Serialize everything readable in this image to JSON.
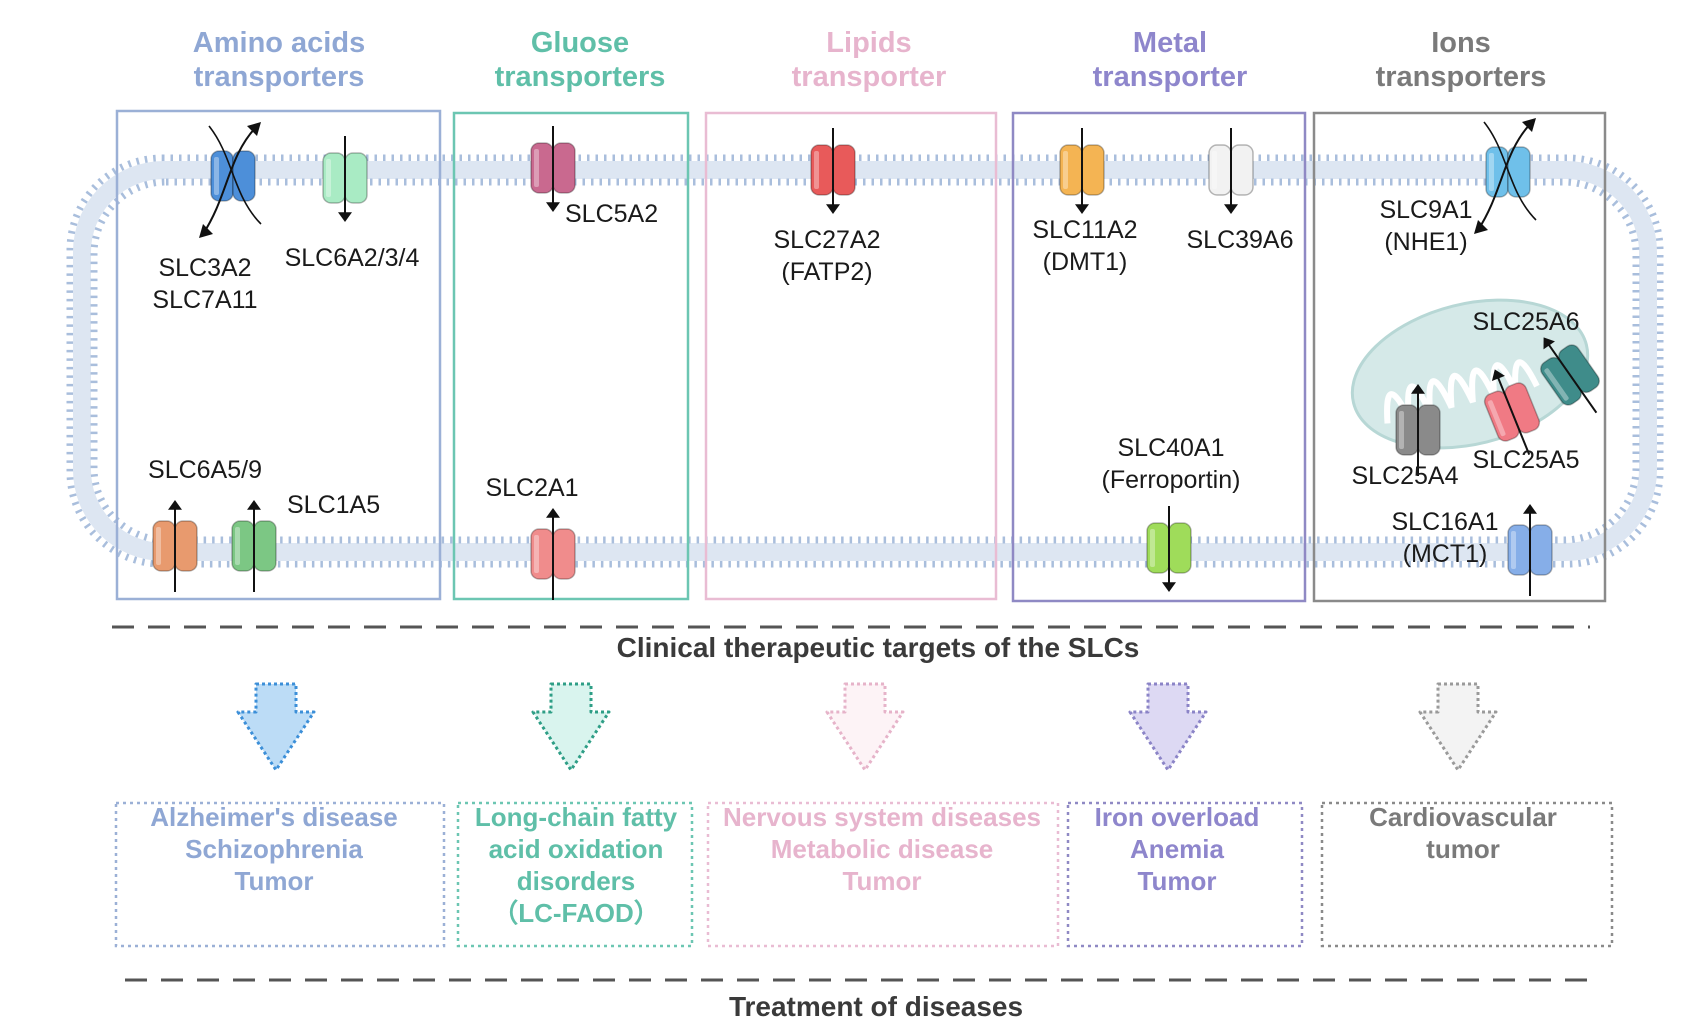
{
  "categories": [
    {
      "title_line1": "Amino acids",
      "title_line2": "transporters",
      "color": "#8fa7d4",
      "box": "#9bb0d6",
      "disease_lines": [
        "Alzheimer's disease",
        "Schizophrenia",
        "Tumor"
      ],
      "arrow_fill": "#bcdcf6",
      "arrow_stroke": "#3c8fd8"
    },
    {
      "title_line1": "Gluose",
      "title_line2": "transporters",
      "color": "#5fbfa8",
      "box": "#6cc6b2",
      "disease_lines": [
        "Long-chain fatty",
        "acid oxidation",
        "disorders",
        "（LC-FAOD）"
      ],
      "arrow_fill": "#d9f4ee",
      "arrow_stroke": "#2e9e86"
    },
    {
      "title_line1": "Lipids",
      "title_line2": "transporter",
      "color": "#e7b4cd",
      "box": "#e9bcd3",
      "disease_lines": [
        "Nervous system diseases",
        "Metabolic disease",
        "Tumor"
      ],
      "arrow_fill": "#fdf3f6",
      "arrow_stroke": "#e6b3c9"
    },
    {
      "title_line1": "Metal",
      "title_line2": "transporter",
      "color": "#8e86cc",
      "box": "#8f89c4",
      "disease_lines": [
        "Iron overload",
        "Anemia",
        "Tumor"
      ],
      "arrow_fill": "#ddd9f3",
      "arrow_stroke": "#8b84c7"
    },
    {
      "title_line1": "Ions",
      "title_line2": "transporters",
      "color": "#7a7a7a",
      "box": "#8a8a8a",
      "disease_lines": [
        "Cardiovascular",
        "tumor"
      ],
      "arrow_fill": "#f3f3f3",
      "arrow_stroke": "#9a9a9a"
    }
  ],
  "transporters": [
    {
      "id": "slc3a2",
      "label_lines": [
        "SLC3A2",
        "SLC7A11"
      ],
      "color": "#4d8fd9"
    },
    {
      "id": "slc6a2",
      "label_lines": [
        "SLC6A2/3/4"
      ],
      "color": "#a9ebc4"
    },
    {
      "id": "slc6a5",
      "label_lines": [
        "SLC6A5/9"
      ],
      "color": "#e89a6e"
    },
    {
      "id": "slc1a5",
      "label_lines": [
        "SLC1A5"
      ],
      "color": "#7cc784"
    },
    {
      "id": "slc5a2",
      "label_lines": [
        "SLC5A2"
      ],
      "color": "#c9698f"
    },
    {
      "id": "slc2a1",
      "label_lines": [
        "SLC2A1"
      ],
      "color": "#f08c8c"
    },
    {
      "id": "slc27a2",
      "label_lines": [
        "SLC27A2",
        "(FATP2)"
      ],
      "color": "#e85a5a"
    },
    {
      "id": "slc11a2",
      "label_lines": [
        "SLC11A2",
        "(DMT1)"
      ],
      "color": "#f4b453"
    },
    {
      "id": "slc39a6",
      "label_lines": [
        "SLC39A6"
      ],
      "color": "#f2f2f2"
    },
    {
      "id": "slc40a1",
      "label_lines": [
        "SLC40A1",
        "(Ferroportin)"
      ],
      "color": "#9fdc5a"
    },
    {
      "id": "slc9a1",
      "label_lines": [
        "SLC9A1",
        "(NHE1)"
      ],
      "color": "#6fc0ea"
    },
    {
      "id": "slc25a6",
      "label_lines": [
        "SLC25A6"
      ],
      "color": "#3f8c8a"
    },
    {
      "id": "slc25a4",
      "label_lines": [
        "SLC25A4"
      ],
      "color": "#8a8a8a"
    },
    {
      "id": "slc25a5",
      "label_lines": [
        "SLC25A5"
      ],
      "color": "#f07a84"
    },
    {
      "id": "slc16a1",
      "label_lines": [
        "SLC16A1",
        "(MCT1)"
      ],
      "color": "#86aee8"
    }
  ],
  "section_titles": {
    "middle": "Clinical therapeutic targets of the SLCs",
    "bottom": "Treatment of diseases"
  },
  "colors": {
    "membrane": "#b9c9e0",
    "membrane_head": "#a9bedc",
    "mitochondrion": "#d5e9e8",
    "dash": "#555555"
  }
}
